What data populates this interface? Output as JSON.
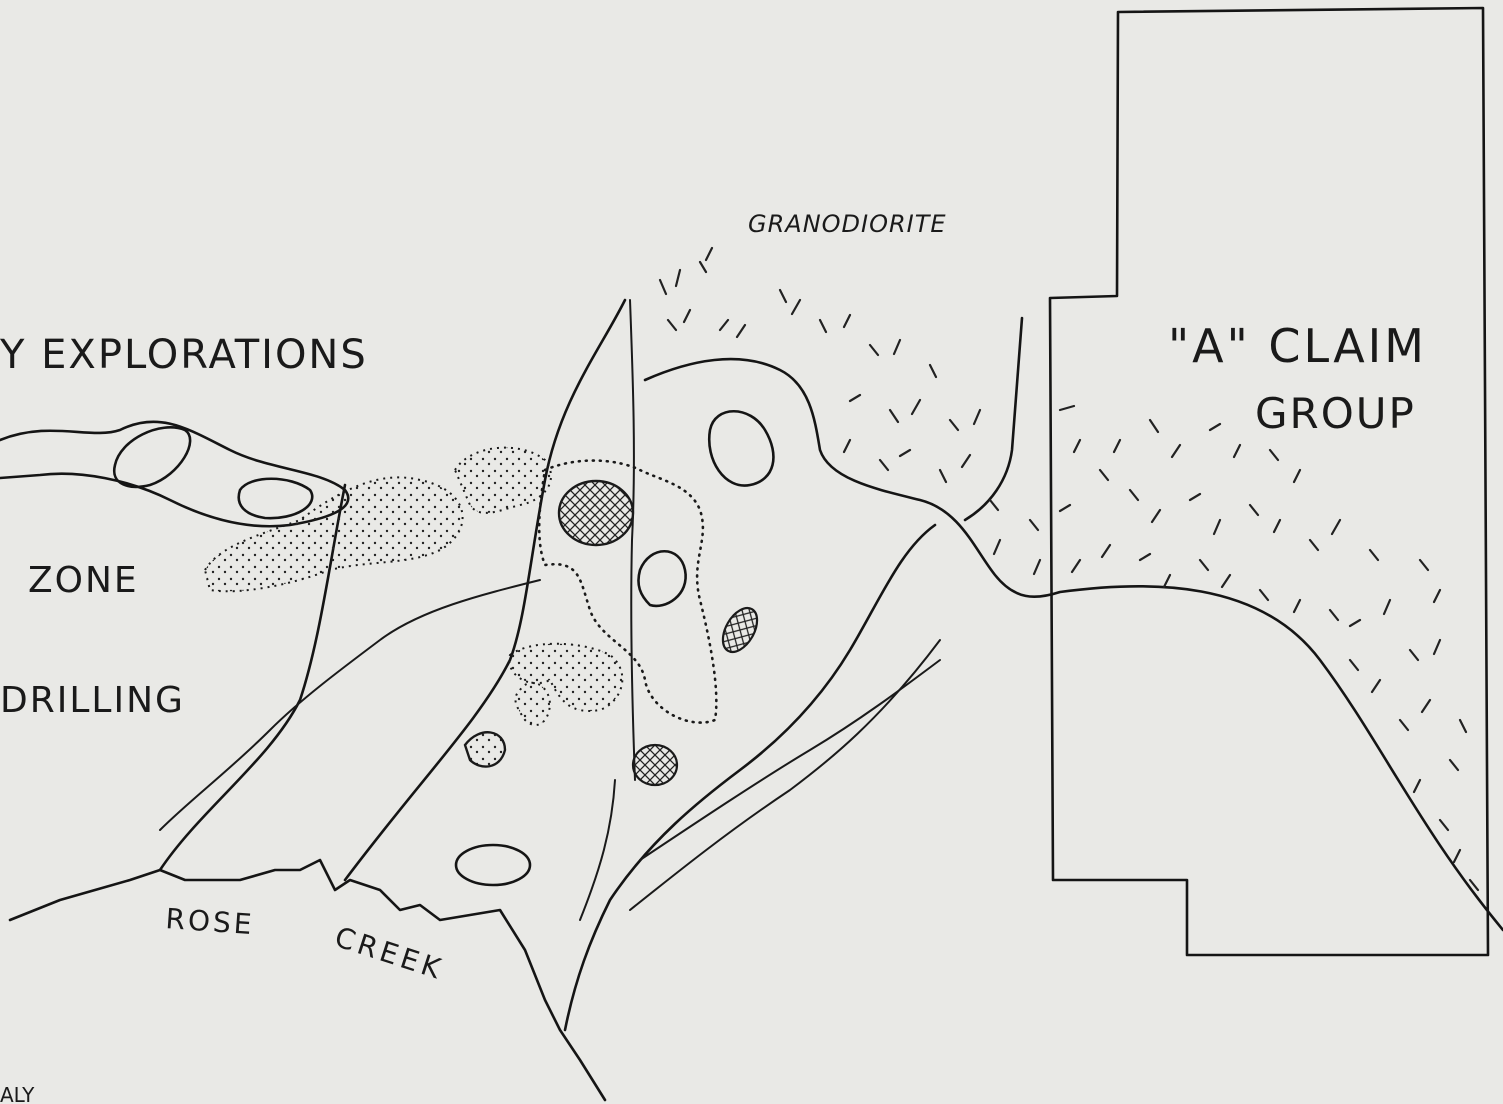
{
  "map": {
    "labels": {
      "explorations": "Y EXPLORATIONS",
      "zone": "ZONE",
      "drilling": "DRILLING",
      "granodiorite": "GRANODIORITE",
      "claim_line1": "\"A\" CLAIM",
      "claim_line2": "GROUP",
      "rose": "ROSE",
      "creek": "CREEK",
      "corner_fragment": "ALY"
    },
    "colors": {
      "paper": "#e9e9e6",
      "ink": "#151515"
    }
  }
}
